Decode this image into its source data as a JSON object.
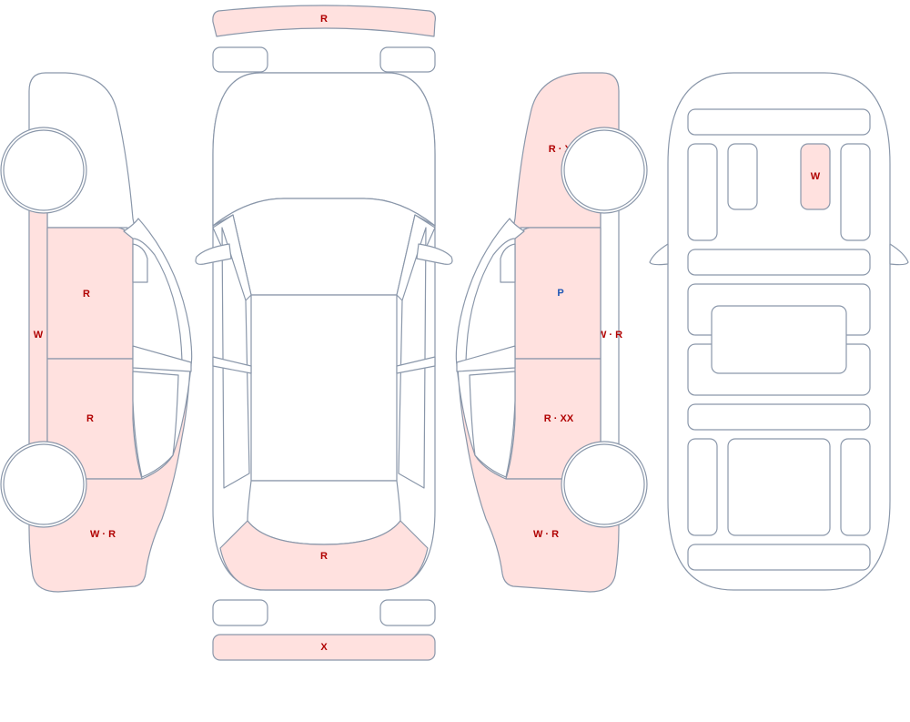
{
  "colors": {
    "panel_stroke": "#8a97aa",
    "damage_fill": "#ffe1df",
    "mark_red": "#b00000",
    "mark_blue": "#1f57b5",
    "background": "#ffffff"
  },
  "marks": {
    "roof_top": "R",
    "left_rocker": "W",
    "left_front_door": "R",
    "left_rear_door": "R",
    "left_quarter": "W · R",
    "rear_bumper": "R",
    "rear_panel": "X",
    "right_front_fender": "R · XX",
    "right_front_door": "P",
    "right_rocker": "W · R",
    "right_rear_door": "R · XX",
    "right_quarter": "W · R",
    "floor_pillar": "W"
  }
}
